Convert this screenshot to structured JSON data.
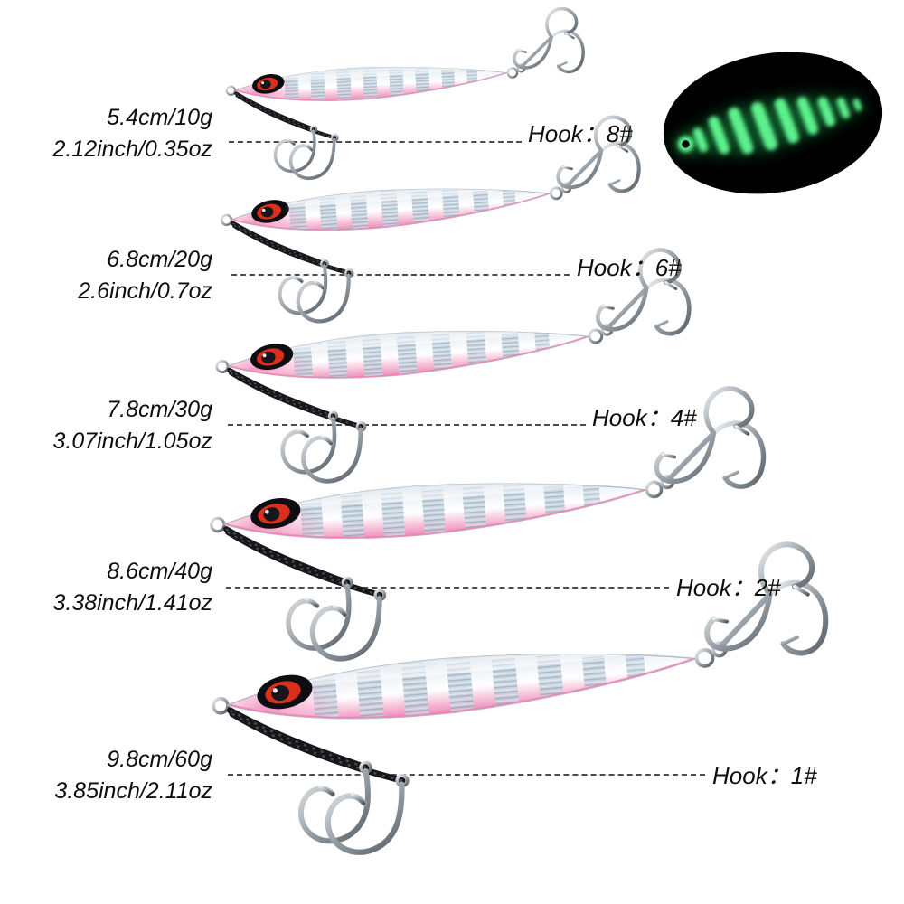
{
  "rows": [
    {
      "size_metric": "5.4cm/10g",
      "size_imperial": "2.12inch/0.35oz",
      "hook_label": "Hook：8#"
    },
    {
      "size_metric": "6.8cm/20g",
      "size_imperial": "2.6inch/0.7oz",
      "hook_label": "Hook：6#"
    },
    {
      "size_metric": "7.8cm/30g",
      "size_imperial": "3.07inch/1.05oz",
      "hook_label": "Hook：4#"
    },
    {
      "size_metric": "8.6cm/40g",
      "size_imperial": "3.38inch/1.41oz",
      "hook_label": "Hook：2#"
    },
    {
      "size_metric": "9.8cm/60g",
      "size_imperial": "3.85inch/2.11oz",
      "hook_label": "Hook：1#"
    }
  ],
  "colors": {
    "background": "#ffffff",
    "text": "#0e0e0e",
    "belly_pink": "#ee8ab8",
    "body_silver": "#dfe7ee",
    "stripe_blue": "#b9c9d6",
    "hook_metal": "#9aa2a9",
    "glow_green": "#3fe673",
    "glow_patch_black": "#000000",
    "dashed_line": "#4b4b4b"
  }
}
